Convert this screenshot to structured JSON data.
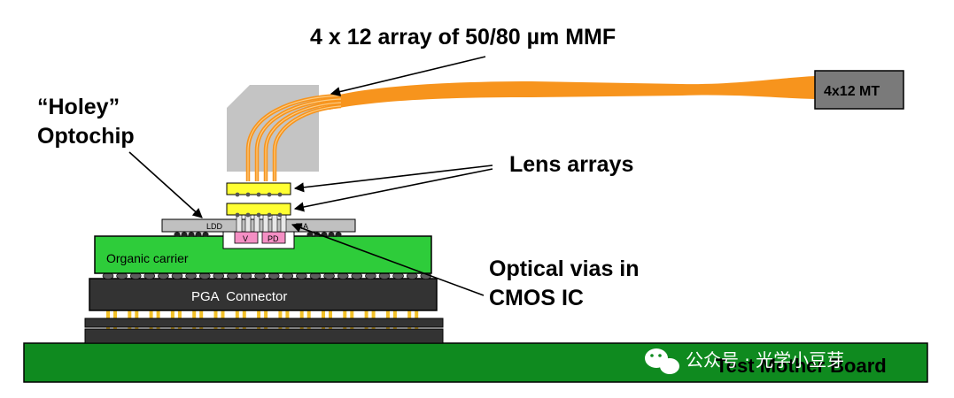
{
  "diagram": {
    "title_fiber": "4 x 12 array of 50/80 µm MMF",
    "label_mt": "4x12 MT",
    "label_holey_line1": "“Holey”",
    "label_holey_line2": "Optochip",
    "label_lens": "Lens arrays",
    "label_vias_line1": "Optical vias in",
    "label_vias_line2": "CMOS IC",
    "label_ldd": "LDD",
    "label_tia": "TIA",
    "label_v": "V",
    "label_pd": "PD",
    "label_organic": "Organic carrier",
    "label_pga": "PGA  Connector",
    "label_board": "Test Mother Board"
  },
  "watermark": {
    "text": "公众号 · 光学小豆芽"
  },
  "colors": {
    "fiber": "#f7941d",
    "fiber_highlight": "#fccc84",
    "mt": "#7a7a7a",
    "ferrule": "#c4c4c4",
    "lens": "#ffff33",
    "chip": "#c0c0c0",
    "vcsel_pd": "#f48fc4",
    "organic": "#2ecc3a",
    "pga": "#333333",
    "board": "#0f8a1f",
    "pin": "#f2c028",
    "solder": "#5c5c5c"
  }
}
